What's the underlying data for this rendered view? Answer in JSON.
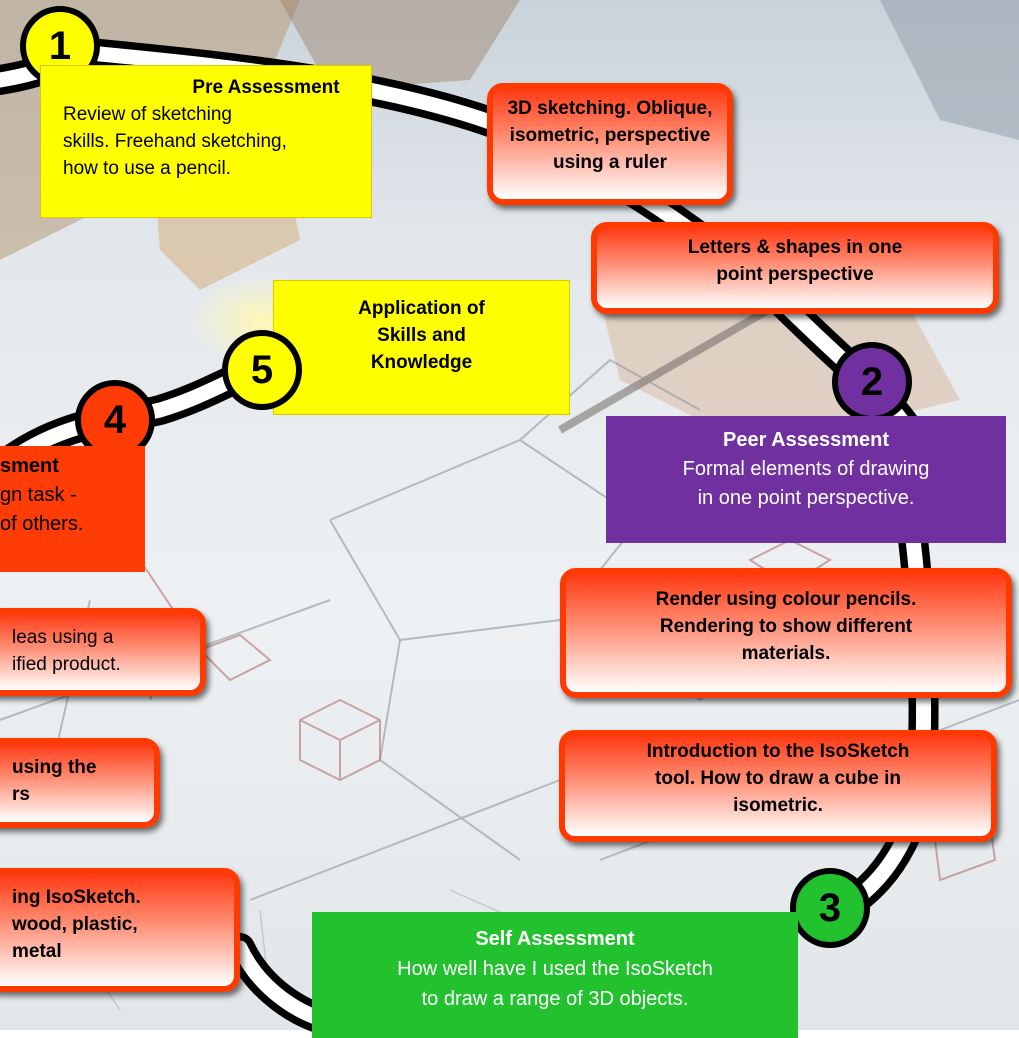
{
  "markers": {
    "m1": "1",
    "m2": "2",
    "m3": "3",
    "m4": "4",
    "m5": "5"
  },
  "assessments": {
    "pre": {
      "title": "Pre Assessment",
      "line1": "Review of sketching",
      "line2": "skills. Freehand sketching,",
      "line3": "how to use a pencil."
    },
    "peer": {
      "title": "Peer Assessment",
      "line1": "Formal elements of drawing",
      "line2": "in one point perspective."
    },
    "self": {
      "title": "Self Assessment",
      "line1": "How well have I used the IsoSketch",
      "line2": "to draw a range of 3D objects."
    },
    "final": {
      "title": "sment",
      "line1": "gn task -",
      "line2": "of others."
    },
    "application": {
      "line1": "Application of",
      "line2": "Skills and",
      "line3": "Knowledge"
    }
  },
  "steps": {
    "sketch3d": {
      "line1": "3D sketching. Oblique,",
      "line2": "isometric, perspective",
      "line3": "using a ruler"
    },
    "letters": {
      "line1": "Letters & shapes in one",
      "line2": "point perspective"
    },
    "render": {
      "line1": "Render using colour pencils.",
      "line2": "Rendering to show different",
      "line3": "materials."
    },
    "intro": {
      "line1": "Introduction to the IsoSketch",
      "line2": "tool. How to draw a cube in",
      "line3": "isometric."
    },
    "ideas": {
      "line1": "leas using a",
      "line2": "ified product."
    },
    "usingthe": {
      "line1": "using the",
      "line2": "rs"
    },
    "isosketch": {
      "line1": "ing IsoSketch.",
      "line2": "wood, plastic,",
      "line3": "metal"
    }
  },
  "colors": {
    "red_step": "#ff3a00",
    "yellow": "#ffff00",
    "purple": "#7030a0",
    "green": "#22c12e",
    "orange_solid": "#ff3c05"
  }
}
